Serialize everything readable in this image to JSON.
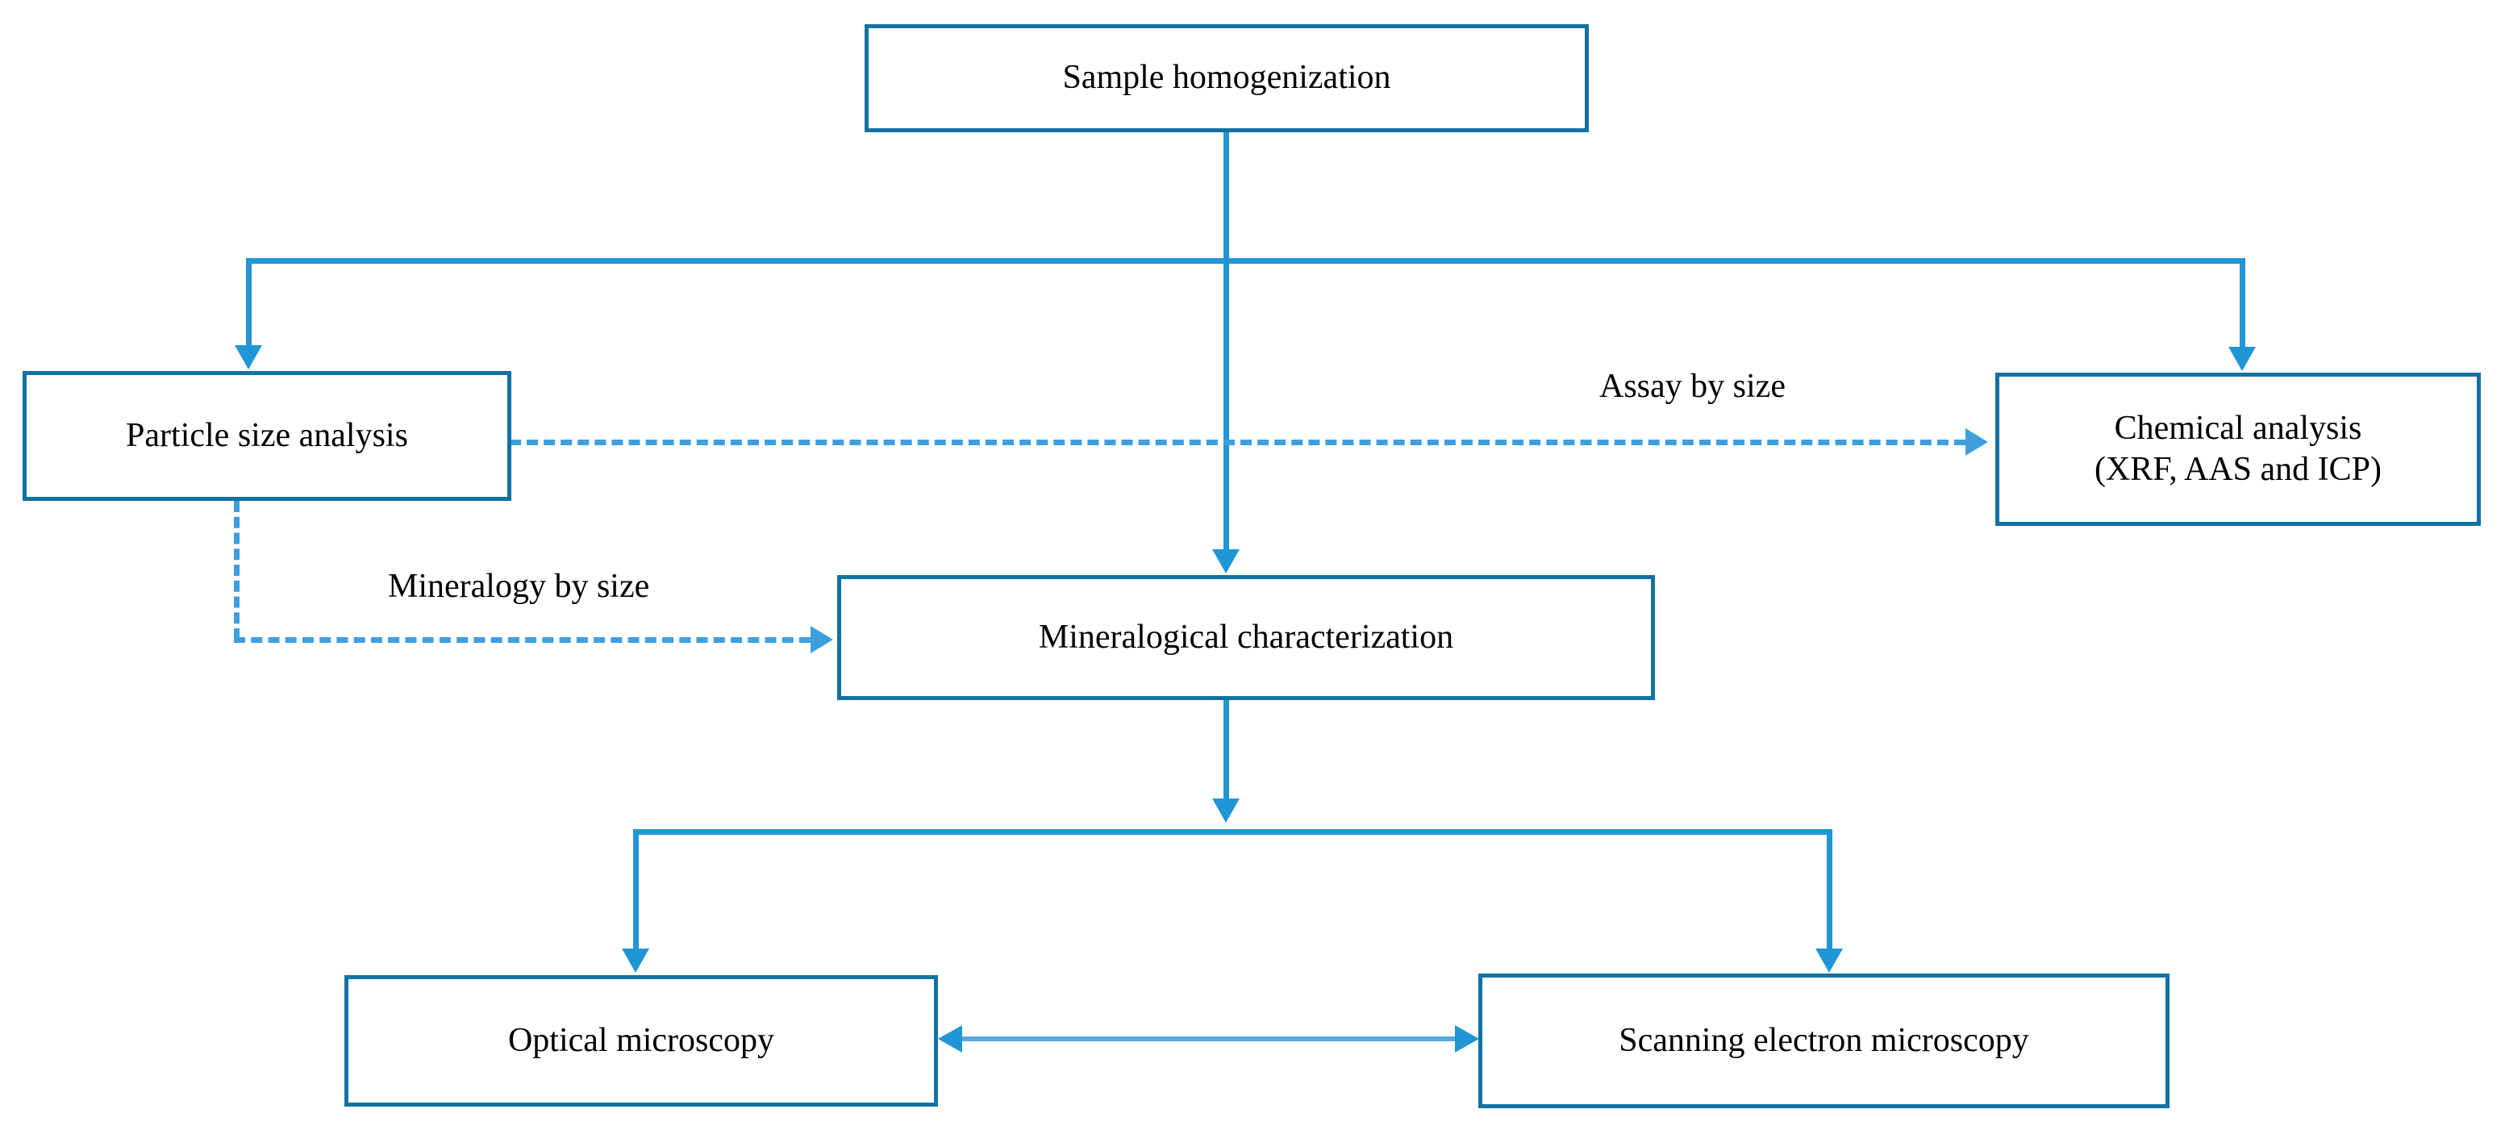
{
  "diagram": {
    "title": "Sample characterization workflow flowchart",
    "colors": {
      "box_border": "#1272a2",
      "solid_connector": "#2196d6",
      "dashed_connector": "#3f9fde",
      "bidirectional_connector": "#58a9dd",
      "text": "#000000",
      "background": "#ffffff"
    },
    "nodes": [
      {
        "id": "sample",
        "label": "Sample homogenization"
      },
      {
        "id": "particle",
        "label": "Particle size analysis"
      },
      {
        "id": "chemical",
        "label": "Chemical analysis\n(XRF, AAS and ICP)"
      },
      {
        "id": "mineral",
        "label": "Mineralogical characterization"
      },
      {
        "id": "optical",
        "label": "Optical microscopy"
      },
      {
        "id": "sem",
        "label": "Scanning electron microscopy"
      }
    ],
    "edges": [
      {
        "from": "sample",
        "to": "particle",
        "style": "solid",
        "label": ""
      },
      {
        "from": "sample",
        "to": "chemical",
        "style": "solid",
        "label": ""
      },
      {
        "from": "sample",
        "to": "mineral",
        "style": "solid",
        "label": ""
      },
      {
        "from": "particle",
        "to": "chemical",
        "style": "dashed",
        "label": "Assay by size"
      },
      {
        "from": "particle",
        "to": "mineral",
        "style": "dashed",
        "label": "Mineralogy by size"
      },
      {
        "from": "mineral",
        "to": "optical",
        "style": "solid",
        "label": ""
      },
      {
        "from": "mineral",
        "to": "sem",
        "style": "solid",
        "label": ""
      },
      {
        "from": "optical",
        "to": "sem",
        "style": "bidirectional",
        "label": ""
      }
    ],
    "edge_labels": {
      "assay_by_size": "Assay by size",
      "mineralogy_by_size": "Mineralogy by size"
    }
  }
}
